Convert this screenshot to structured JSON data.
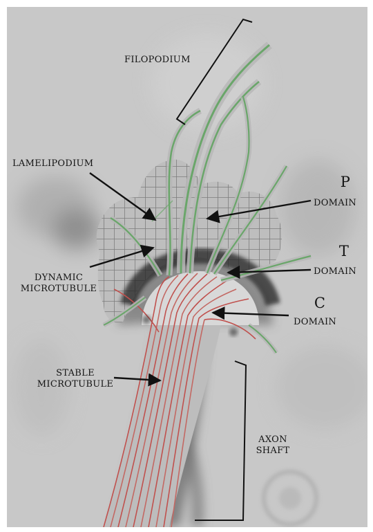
{
  "figure": {
    "labels": {
      "filopodium": "FILOPODIUM",
      "lamelipodium": "LAMELIPODIUM",
      "p_letter": "P",
      "p_domain": "DOMAIN",
      "t_letter": "T",
      "t_domain": "DOMAIN",
      "c_letter": "C",
      "c_domain": "DOMAIN",
      "dynamic_line1": "DYNAMIC",
      "dynamic_line2": "MICROTUBULE",
      "stable_line1": "STABLE",
      "stable_line2": "MICROTUBULE",
      "axon_line1": "AXON",
      "axon_line2": "SHAFT"
    },
    "colors": {
      "background": "#c8c8c8",
      "frame": "#ffffff",
      "stable_microtubule": "#c0504d",
      "dynamic_microtubule": "#6aa66a",
      "mesh": "#8a8a8a",
      "arrow": "#111111"
    }
  }
}
